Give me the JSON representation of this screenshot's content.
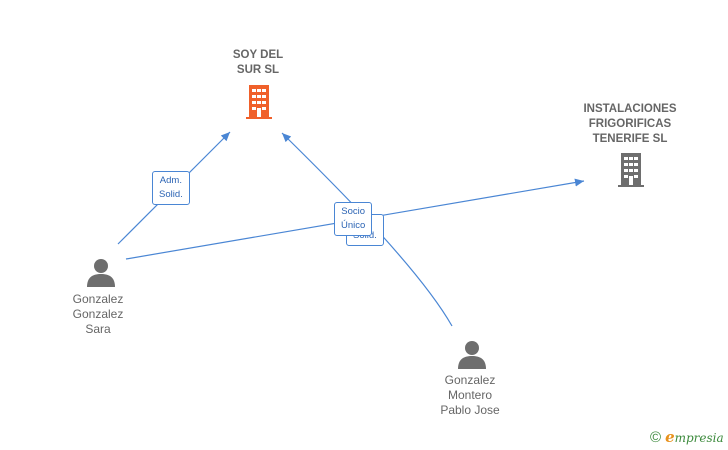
{
  "nodes": {
    "soy_del_sur": {
      "label_line1": "SOY DEL",
      "label_line2": "SUR  SL",
      "color": "#f0602a",
      "icon": "building-icon"
    },
    "instalaciones": {
      "label_line1": "INSTALACIONES",
      "label_line2": "FRIGORIFICAS",
      "label_line3": "TENERIFE  SL",
      "color": "#6e6e6e",
      "icon": "building-icon"
    },
    "gonzalez_sara": {
      "label_line1": "Gonzalez",
      "label_line2": "Gonzalez",
      "label_line3": "Sara",
      "icon": "person-icon"
    },
    "gonzalez_pablo": {
      "label_line1": "Gonzalez",
      "label_line2": "Montero",
      "label_line3": "Pablo Jose",
      "icon": "person-icon"
    }
  },
  "edges": {
    "adm_solid": {
      "line1": "Adm.",
      "line2": "Solid."
    },
    "socio_unico": {
      "line1": "Socio",
      "line2": "Único"
    },
    "hidden_solid": {
      "line1": "Solid."
    }
  },
  "colors": {
    "edge": "#4a86d4",
    "person": "#6e6e6e"
  },
  "brand": {
    "copyright": "©",
    "initial": "e",
    "name": "mpresia"
  }
}
